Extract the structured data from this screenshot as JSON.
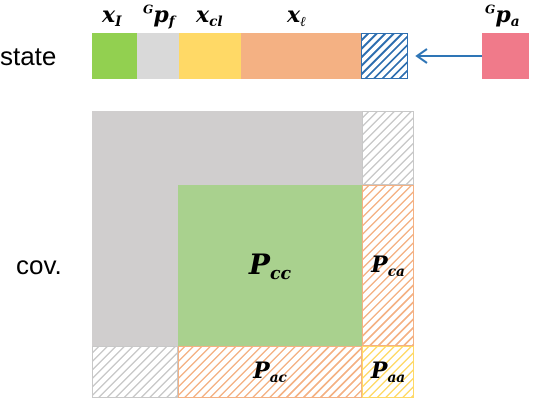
{
  "labels": {
    "state": "state",
    "cov": "cov."
  },
  "state_headers": [
    {
      "base": "x",
      "sub": "I",
      "sup": ""
    },
    {
      "base": "p",
      "sub": "f",
      "sup": "G"
    },
    {
      "base": "x",
      "sub": "cl",
      "sup": ""
    },
    {
      "base": "x",
      "sub": "ℓ",
      "sup": ""
    },
    {
      "base": "p",
      "sub": "a",
      "sup": "G"
    }
  ],
  "cov_blocks": {
    "cc": {
      "base": "P",
      "sub": "cc"
    },
    "ca": {
      "base": "P",
      "sub": "ca"
    },
    "ac": {
      "base": "P",
      "sub": "ac"
    },
    "aa": {
      "base": "P",
      "sub": "aa"
    }
  },
  "colors": {
    "green": "#92d050",
    "light_grey": "#d9d9d9",
    "yellow": "#ffd966",
    "orange": "#f4b183",
    "pink": "#f07a8a",
    "cov_grey": "#d0cece",
    "cov_green": "#a9d18e",
    "arrow_blue": "#2e75b6"
  }
}
